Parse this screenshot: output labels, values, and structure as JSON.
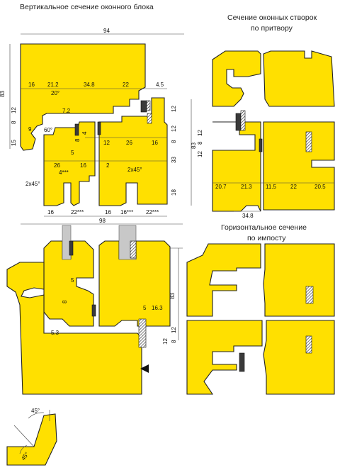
{
  "titles": {
    "vertical": "Вертикальное сечение оконного блока",
    "sash": "Сечение оконных створок\nпо притвору",
    "sash_line1": "Сечение оконных створок",
    "sash_line2": "по притвору",
    "horizontal_line1": "Горизонтальное сечение",
    "horizontal_line2": "по импосту"
  },
  "dims": {
    "d94": "94",
    "d98": "98",
    "d83a": "83",
    "d83b": "83",
    "d83c": "83",
    "d16a": "16",
    "d212": "21.2",
    "d348": "34.8",
    "d22a": "22",
    "d45": "4.5",
    "a20": "20°",
    "d72": "7.2",
    "a60": "60°",
    "d12a": "12",
    "d8a": "8",
    "d9": "9",
    "d15": "15",
    "d4": "4",
    "d8b": "8",
    "d5a": "5",
    "d12b": "12",
    "d26a": "26",
    "d16b": "16",
    "d26b": "26",
    "d16c": "16",
    "d4s": "4***",
    "d2": "2",
    "c2x45a": "2x45°",
    "c2x45b": "2x45°",
    "d12r": "12",
    "d8r": "8",
    "d12r2": "12",
    "d33": "33",
    "d18": "18",
    "b16a": "16",
    "b22a": "22***",
    "b16b": "16",
    "b16c": "16***",
    "b22b": "22***",
    "s12": "12",
    "s8": "8",
    "s12b": "12",
    "s207": "20.7",
    "s213": "21.3",
    "s115": "11.5",
    "s22": "22",
    "s205": "20.5",
    "s348": "34.8",
    "m5a": "5",
    "m8": "8",
    "m53": "5.3",
    "m5b": "5",
    "m163": "16.3",
    "m12": "12",
    "m8b": "8",
    "m12b": "12",
    "ang45a": "45°",
    "ang45b": "45°"
  },
  "colors": {
    "wood": "#FFE000",
    "seal": "#3a3a3a",
    "outline": "#222222"
  }
}
